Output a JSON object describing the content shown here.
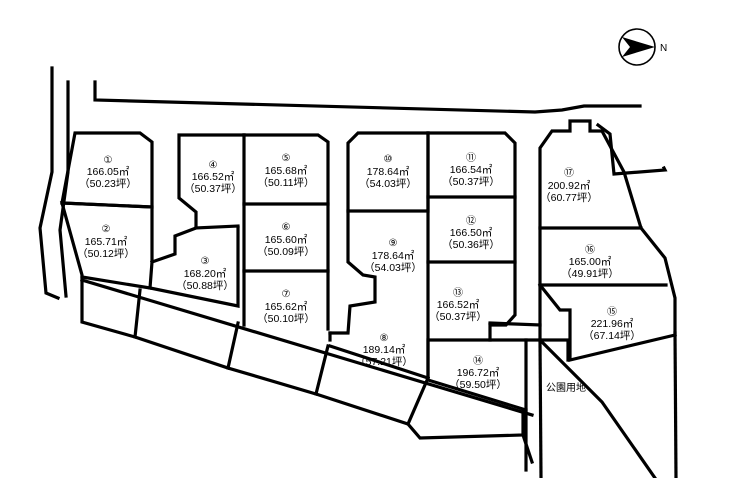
{
  "compass": {
    "label": "N",
    "icon": "compass-arrow-icon"
  },
  "lots": [
    {
      "number": "①",
      "area": "166.05㎡",
      "tsubo": "（50.23坪）"
    },
    {
      "number": "②",
      "area": "165.71㎡",
      "tsubo": "（50.12坪）"
    },
    {
      "number": "③",
      "area": "168.20㎡",
      "tsubo": "（50.88坪）"
    },
    {
      "number": "④",
      "area": "166.52㎡",
      "tsubo": "（50.37坪）"
    },
    {
      "number": "⑤",
      "area": "165.68㎡",
      "tsubo": "（50.11坪）"
    },
    {
      "number": "⑥",
      "area": "165.60㎡",
      "tsubo": "（50.09坪）"
    },
    {
      "number": "⑦",
      "area": "165.62㎡",
      "tsubo": "（50.10坪）"
    },
    {
      "number": "⑧",
      "area": "189.14㎡",
      "tsubo": "（57.21坪）"
    },
    {
      "number": "⑨",
      "area": "178.64㎡",
      "tsubo": "（54.03坪）"
    },
    {
      "number": "⑩",
      "area": "178.64㎡",
      "tsubo": "（54.03坪）"
    },
    {
      "number": "⑪",
      "area": "166.54㎡",
      "tsubo": "（50.37坪）"
    },
    {
      "number": "⑫",
      "area": "166.50㎡",
      "tsubo": "（50.36坪）"
    },
    {
      "number": "⑬",
      "area": "166.52㎡",
      "tsubo": "（50.37坪）"
    },
    {
      "number": "⑭",
      "area": "196.72㎡",
      "tsubo": "（59.50坪）"
    },
    {
      "number": "⑮",
      "area": "221.96㎡",
      "tsubo": "（67.14坪）"
    },
    {
      "number": "⑯",
      "area": "165.00㎡",
      "tsubo": "（49.91坪）"
    },
    {
      "number": "⑰",
      "area": "200.92㎡",
      "tsubo": "（60.77坪）"
    }
  ],
  "park": {
    "label": "公園用地"
  }
}
